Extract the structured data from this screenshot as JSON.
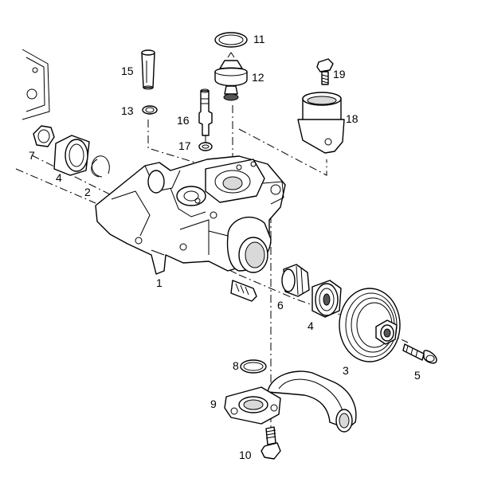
{
  "diagram": {
    "callouts": {
      "c1": "1",
      "c2": "2",
      "c3": "3",
      "c4a": "4",
      "c4b": "4",
      "c5": "5",
      "c6": "6",
      "c7": "7",
      "c8": "8",
      "c9": "9",
      "c10": "10",
      "c11": "11",
      "c12": "12",
      "c13": "13",
      "c15": "15",
      "c16": "16",
      "c17": "17",
      "c18": "18",
      "c19": "19"
    }
  }
}
